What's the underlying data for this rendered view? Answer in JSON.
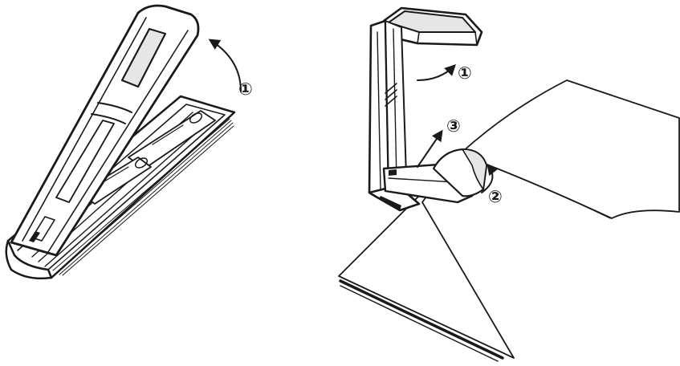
{
  "figure": {
    "left_panel": {
      "callouts": [
        {
          "label": "①"
        }
      ]
    },
    "right_panel": {
      "callouts": [
        {
          "label": "①"
        },
        {
          "label": "②"
        },
        {
          "label": "③"
        }
      ]
    },
    "colors": {
      "ink": "#1a1a1a",
      "paper": "#ffffff",
      "shade": "#e6e6e6"
    }
  }
}
